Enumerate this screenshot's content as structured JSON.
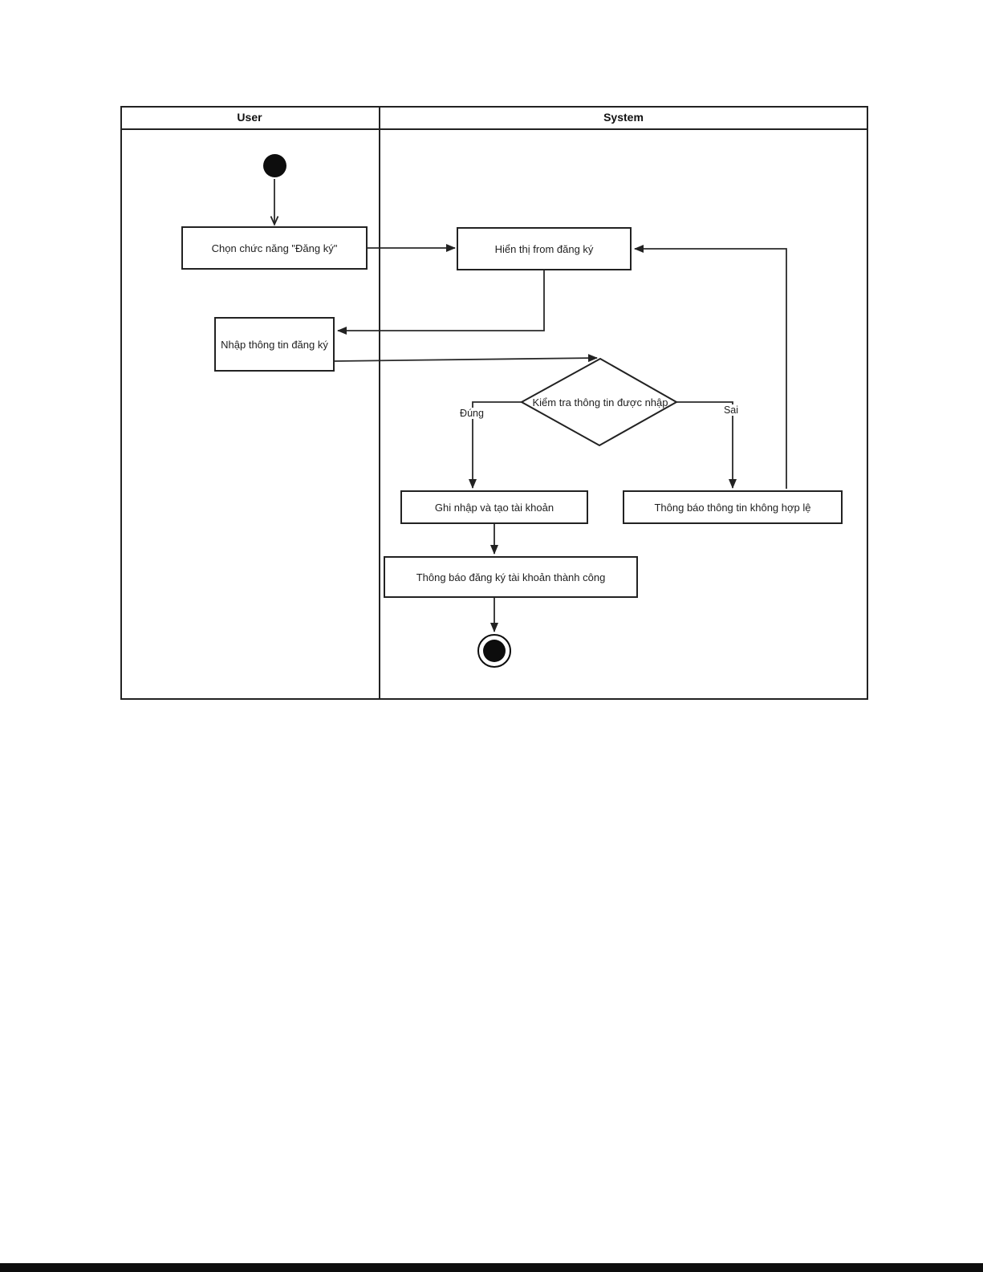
{
  "diagram": {
    "type": "uml-activity-swimlane",
    "line_color": "#222222",
    "background_color": "#ffffff",
    "lanes": [
      {
        "label": "User"
      },
      {
        "label": "System"
      }
    ],
    "nodes": {
      "start": {
        "type": "initial-node"
      },
      "choose_register": {
        "label": "Chọn chức năng \"Đăng ký\"",
        "lane": "User"
      },
      "show_form": {
        "label": "Hiển thị from đăng ký",
        "lane": "System"
      },
      "enter_info": {
        "label": "Nhập thông tin đăng ký",
        "lane": "User"
      },
      "check_info": {
        "label": "Kiểm tra thông tin được nhập",
        "lane": "System",
        "shape": "decision-diamond"
      },
      "create_account": {
        "label": "Ghi nhập và tạo tài khoản",
        "lane": "System"
      },
      "notify_invalid": {
        "label": "Thông báo thông tin không hợp lệ",
        "lane": "System"
      },
      "notify_success": {
        "label": "Thông báo đăng ký tài khoản thành công",
        "lane": "System"
      },
      "end": {
        "type": "final-node"
      }
    },
    "edge_labels": {
      "valid": "Đúng",
      "invalid": "Sai"
    }
  }
}
